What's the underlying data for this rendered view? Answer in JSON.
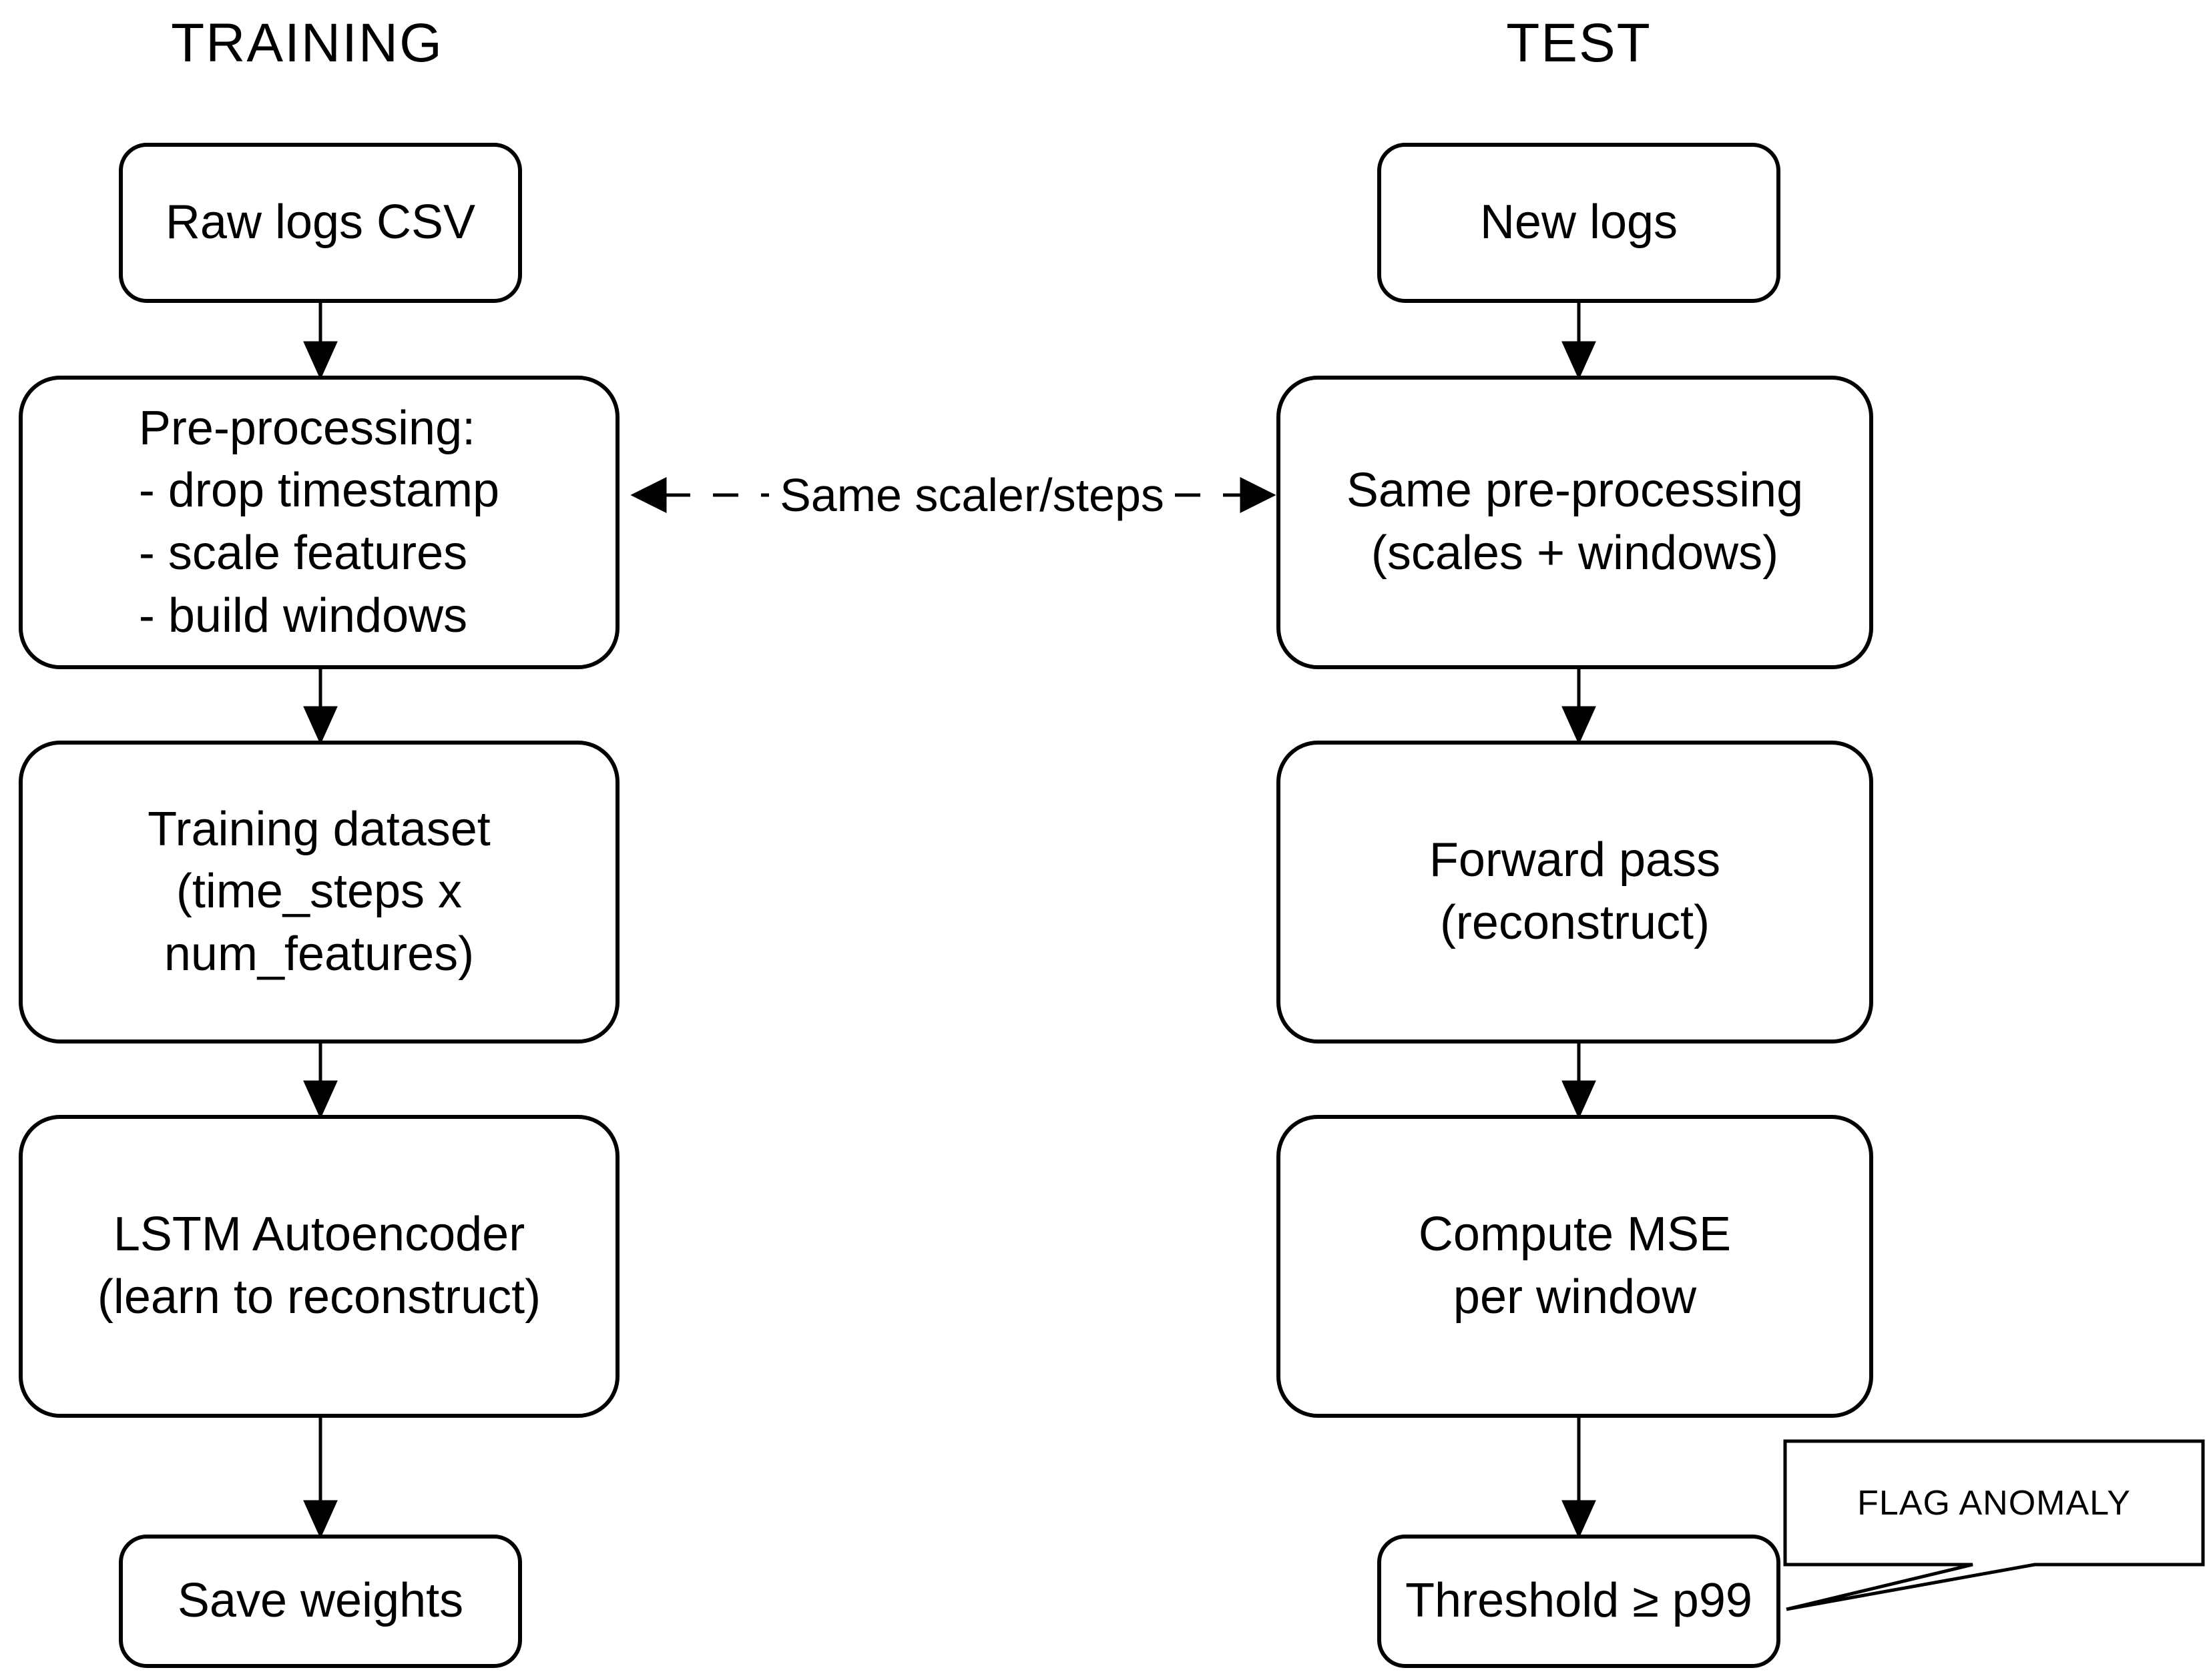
{
  "training": {
    "title": "TRAINING",
    "nodes": {
      "raw_logs": {
        "label": "Raw logs CSV"
      },
      "preprocessing": {
        "lines": [
          "Pre-processing:",
          "- drop timestamp",
          "- scale features",
          "- build windows"
        ]
      },
      "training_dataset": {
        "lines": [
          "Training dataset",
          "(time_steps x",
          "num_features)"
        ]
      },
      "lstm_autoencoder": {
        "lines": [
          "LSTM Autoencoder",
          "(learn to reconstruct)"
        ]
      },
      "save_weights": {
        "label": "Save weights"
      }
    }
  },
  "test": {
    "title": "TEST",
    "nodes": {
      "new_logs": {
        "label": "New logs"
      },
      "same_preprocessing": {
        "lines": [
          "Same pre-processing",
          "(scales + windows)"
        ]
      },
      "forward_pass": {
        "lines": [
          "Forward pass",
          "(reconstruct)"
        ]
      },
      "compute_mse": {
        "lines": [
          "Compute MSE",
          "per window"
        ]
      },
      "threshold": {
        "label": "Threshold ≥ p99"
      }
    }
  },
  "connector": {
    "label": "Same scaler/steps"
  },
  "callout": {
    "label": "FLAG ANOMALY"
  },
  "colors": {
    "ink": "#000000",
    "background": "#ffffff"
  }
}
